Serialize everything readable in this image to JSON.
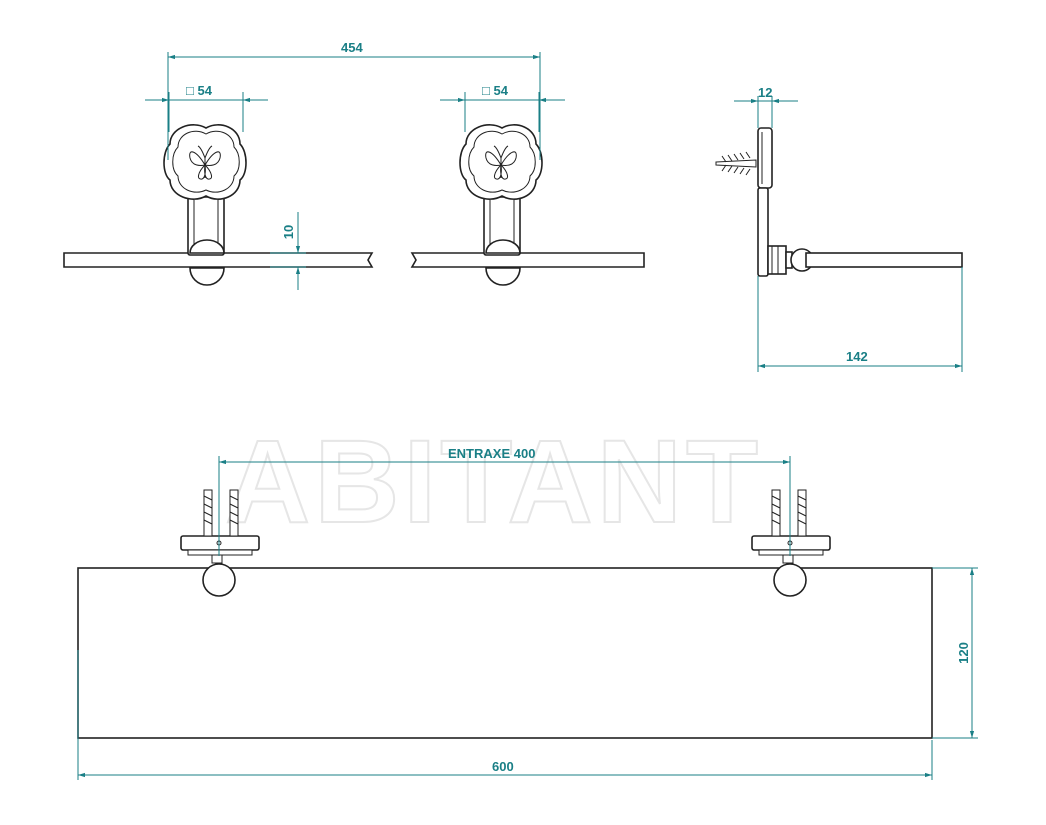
{
  "watermark": {
    "text": "ABITANT"
  },
  "dimensions": {
    "fixing_distance_top": "454",
    "rosette_left": "□ 54",
    "rosette_right": "□ 54",
    "wall_plate_thickness": "12",
    "glass_thickness": "10",
    "shelf_depth": "142",
    "centre_distance": "ENTRAXE 400",
    "shelf_height": "120",
    "shelf_length": "600"
  },
  "colors": {
    "dimension": "#1a7f86",
    "outline": "#222222",
    "watermark": "#e6e6e6"
  }
}
